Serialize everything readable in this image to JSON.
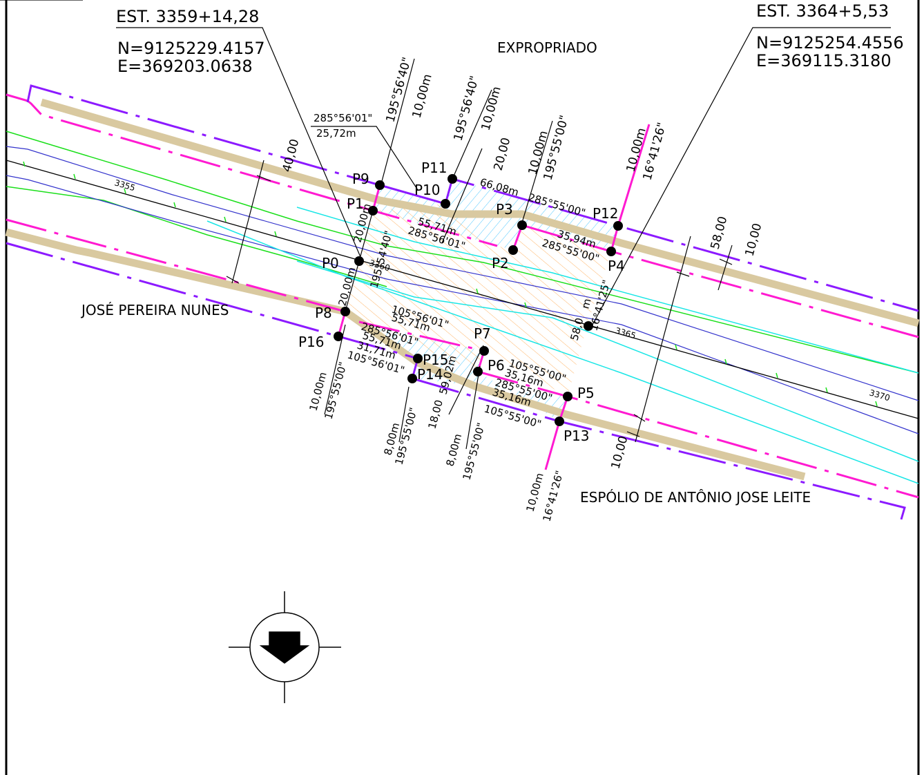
{
  "title_left": {
    "station": "EST. 3359+14,28",
    "north": "N=9125229.4157",
    "east": "E=369203.0638"
  },
  "title_right": {
    "station": "EST. 3364+5,53",
    "north": "N=9125254.4556",
    "east": "E=369115.3180"
  },
  "owners": {
    "top": "EXPROPRIADO",
    "left": "JOSÉ PEREIRA NUNES",
    "bottom": "ESPÓLIO DE ANTÔNIO JOSE LEITE"
  },
  "stations": [
    "3355",
    "3360",
    "3365",
    "3370"
  ],
  "points": [
    "P0",
    "P1",
    "P2",
    "P3",
    "P4",
    "P5",
    "P6",
    "P7",
    "P8",
    "P9",
    "P10",
    "P11",
    "P12",
    "P13",
    "P14",
    "P15",
    "P16"
  ],
  "dims": {
    "d_40": "40,00",
    "d_20a": "20,00",
    "d_58a": "58,00",
    "d_10a": "10,00",
    "d_10b": "10,00",
    "d_58b": "58,0",
    "d_m": "m",
    "b_p9_az": "195°56'40\"",
    "b_p9_len": "10,00m",
    "b_p11_az": "195°56'40\"",
    "b_p11_len": "10,00m",
    "b_p3_len": "10,00m",
    "b_p3_az": "195°55'00\"",
    "b_p12_len": "10,00m",
    "b_p12_az": "16°41'26\"",
    "lead_az": "285°56'01\"",
    "lead_len": "25,72m",
    "p11_len": "66,08m",
    "p11_az": "285°55'00\"",
    "p1_len": "55,71m",
    "p1_az": "285°56'01\"",
    "p3_len": "35,94m",
    "p3_az": "285°55'00\"",
    "p0_len": "20,00m",
    "p0_az": "195°54'40\"",
    "p8_len": "20,00m",
    "p4_az": "16°41'25\"",
    "p8_az1": "105°56'01\"",
    "p8_len1": "55,71m",
    "p8_az2": "285°56'01\"",
    "p8_len2": "55,71m",
    "p15_len": "31,71m",
    "p15_az": "105°56'01\"",
    "p6_az1": "105°55'00\"",
    "p6_len1": "35,16m",
    "p6_az2": "285°55'00\"",
    "p6_len2": "35,16m",
    "p13_az": "105°55'00\"",
    "p7_len": "59,02m",
    "p7_18": "18,00",
    "p16_len": "10,00m",
    "p16_az": "195°55'00\"",
    "p14_len": "8,00m",
    "p14_az": "195°55'00\"",
    "p14b_len": "8,00m",
    "p14b_az": "195°55'00\"",
    "p13_len": "10,00m",
    "p13b_az": "16°41'26\"",
    "d_10c": "10,00"
  },
  "colors": {
    "purple": "#8c1aff",
    "magenta": "#ff1ad1",
    "tan": "#d9c9a0",
    "green": "#1adf1a",
    "cyan": "#19e6e6",
    "blue": "#3333cc",
    "orange_hatch": "#ffb466",
    "cyan_hatch": "#4dc7ff"
  },
  "north_arrow": "north-arrow-icon"
}
